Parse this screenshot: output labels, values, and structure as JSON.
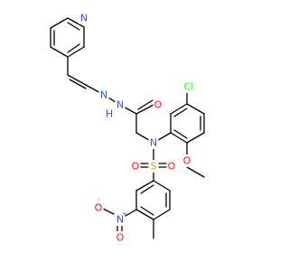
{
  "molecule": {
    "colors": {
      "bond": "#000000",
      "N": "#3050f8",
      "O": "#ff0d0d",
      "S": "#b2b200",
      "Cl": "#1ff01f"
    },
    "atoms": {
      "n_pyridine": "N",
      "n_imine": "N",
      "nh": "N",
      "h_nh": "H",
      "o_carbonyl": "O",
      "n_sulfonamide": "N",
      "cl": "Cl",
      "o_methoxy": "O",
      "s": "S",
      "o_s_left": "O",
      "o_s_right": "O",
      "n_nitro": "N",
      "nitro_plus": "+",
      "o_nitro_left": "O",
      "o_nitro_left_minus": "-",
      "o_nitro_bottom": "O"
    }
  }
}
